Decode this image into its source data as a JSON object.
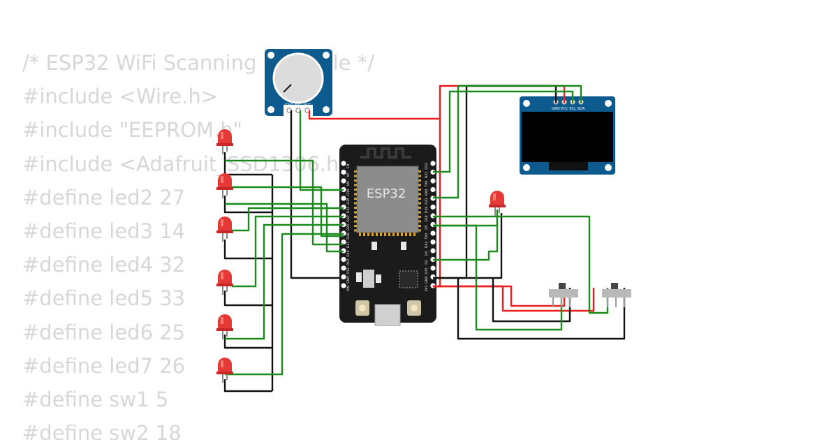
{
  "code_lines": [
    "/* ESP32 WiFi Scanning Example */",
    "#include <Wire.h>",
    "#include \"EEPROM.h\"",
    "#include <Adafruit_SSD1306.h>",
    "#define led2 27",
    "#define led3 14",
    "#define led4 32",
    "#define led5 33",
    "#define led6 25",
    "#define led7 26",
    "#define sw1 5",
    "#define sw2 18"
  ],
  "esp32": {
    "label": "ESP32",
    "left_pins": [
      "EN",
      "VP",
      "VN",
      "D34",
      "D35",
      "D32",
      "D33",
      "D25",
      "D26",
      "D27",
      "D14",
      "D12",
      "D13",
      "GND",
      "VIN"
    ],
    "right_pins": [
      "D23",
      "D22",
      "TX0",
      "RX0",
      "D21",
      "D19",
      "D18",
      "D5",
      "TX2",
      "RX2",
      "D4",
      "D2",
      "D15",
      "GND",
      "3V3"
    ]
  },
  "oled": {
    "pins": [
      "GND",
      "VCC",
      "SCL",
      "SDA"
    ]
  },
  "potentiometer": {
    "pins": [
      "GND",
      "SIG",
      "VCC"
    ]
  },
  "colors": {
    "wire_green": "#1a8a1a",
    "wire_red": "#ee1c1c",
    "wire_black": "#111111",
    "code_text": "#d7d7d7",
    "board": "#1b1b1b",
    "pcb_blue": "#0d5a8f",
    "led_red": "#e53935"
  }
}
